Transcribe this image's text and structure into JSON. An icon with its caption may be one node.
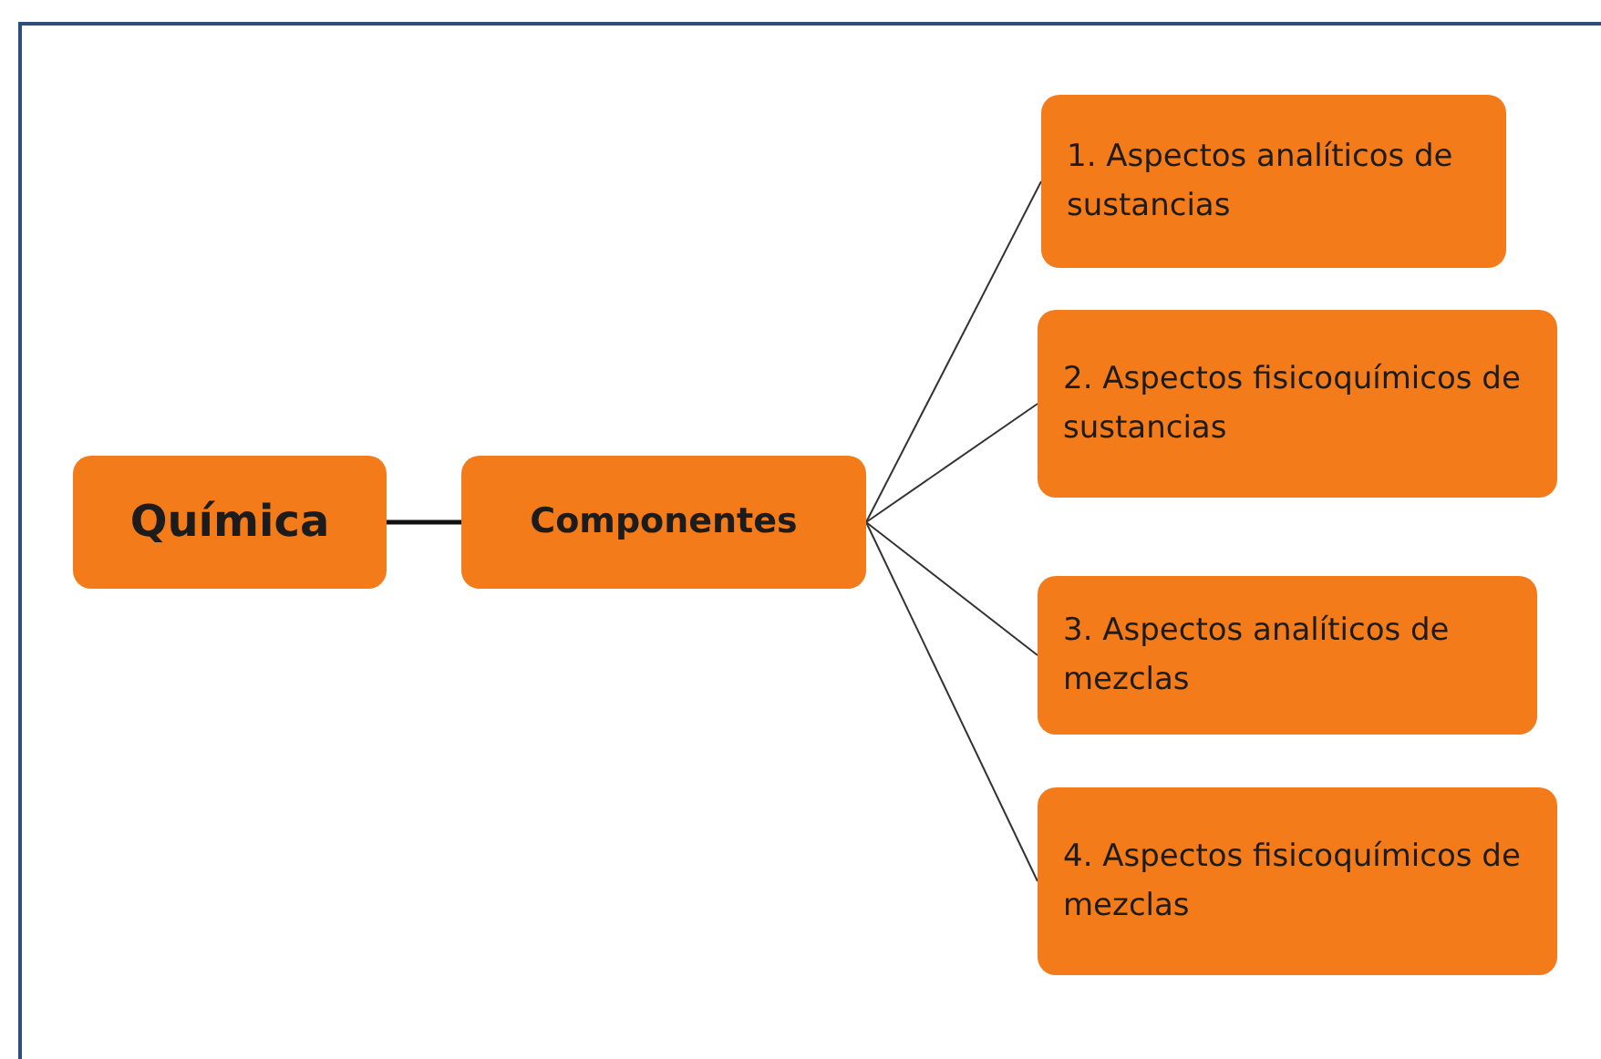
{
  "diagram": {
    "nodes": [
      {
        "text": [
          "Química"
        ]
      },
      {
        "text": [
          "Componentes"
        ]
      },
      {
        "text": [
          "1. Aspectos analíticos de sustancias"
        ]
      },
      {
        "text": [
          "2. Aspectos fisicoquímicos de sustancias"
        ]
      },
      {
        "text": [
          "3. Aspectos analíticos de mezclas"
        ]
      },
      {
        "text": [
          "4. Aspectos fisicoquímicos de mezclas"
        ]
      }
    ],
    "edges": [
      {
        "from": 0,
        "to": 1,
        "arrow": "none",
        "style": "thick"
      },
      {
        "from": 1,
        "to": 2,
        "arrow": "none"
      },
      {
        "from": 1,
        "to": 3,
        "arrow": "none"
      },
      {
        "from": 1,
        "to": 4,
        "arrow": "none"
      },
      {
        "from": 1,
        "to": 5,
        "arrow": "none"
      }
    ]
  }
}
